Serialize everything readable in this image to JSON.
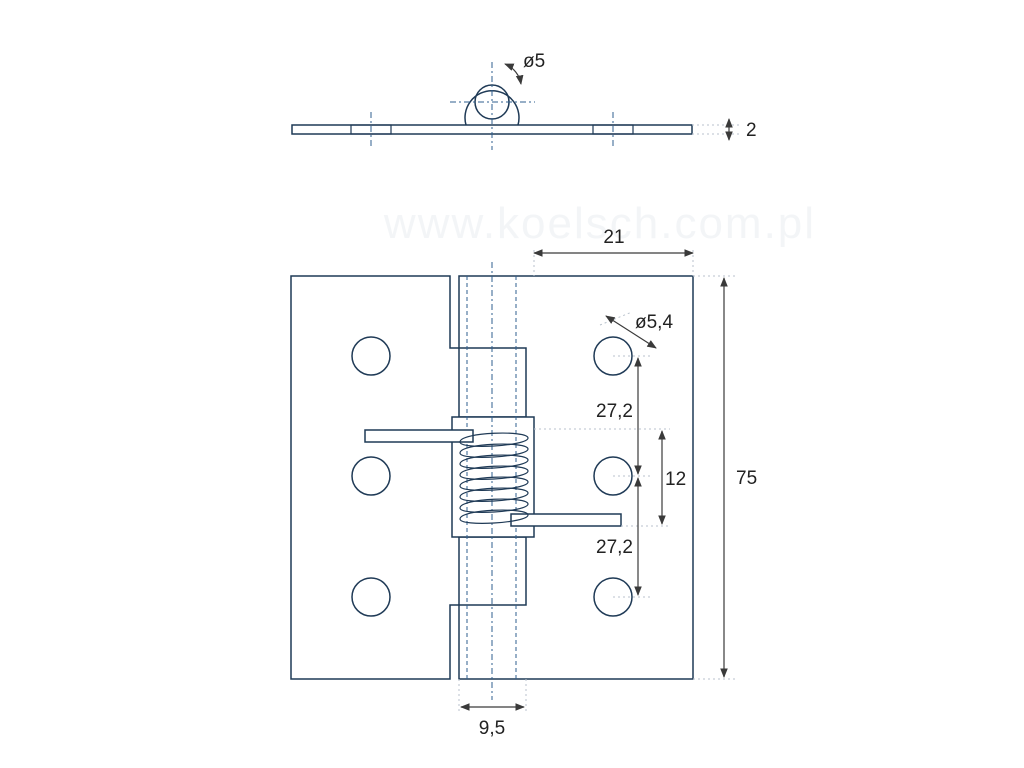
{
  "colors": {
    "line": "#1f3a56",
    "center_line": "#2f5f8f",
    "dimension": "#3a3a3a",
    "text": "#222222",
    "background": "#ffffff"
  },
  "watermark": {
    "text": "www.koelsch.com.pl"
  },
  "top_view": {
    "pin_diameter": "ø5",
    "thickness": "2"
  },
  "front_view": {
    "leaf_width": "21",
    "height": "75",
    "hole_diameter": "ø5,4",
    "hole_spacing_upper": "27,2",
    "spring_length": "12",
    "hole_spacing_lower": "27,2",
    "knuckle_width": "9,5"
  }
}
